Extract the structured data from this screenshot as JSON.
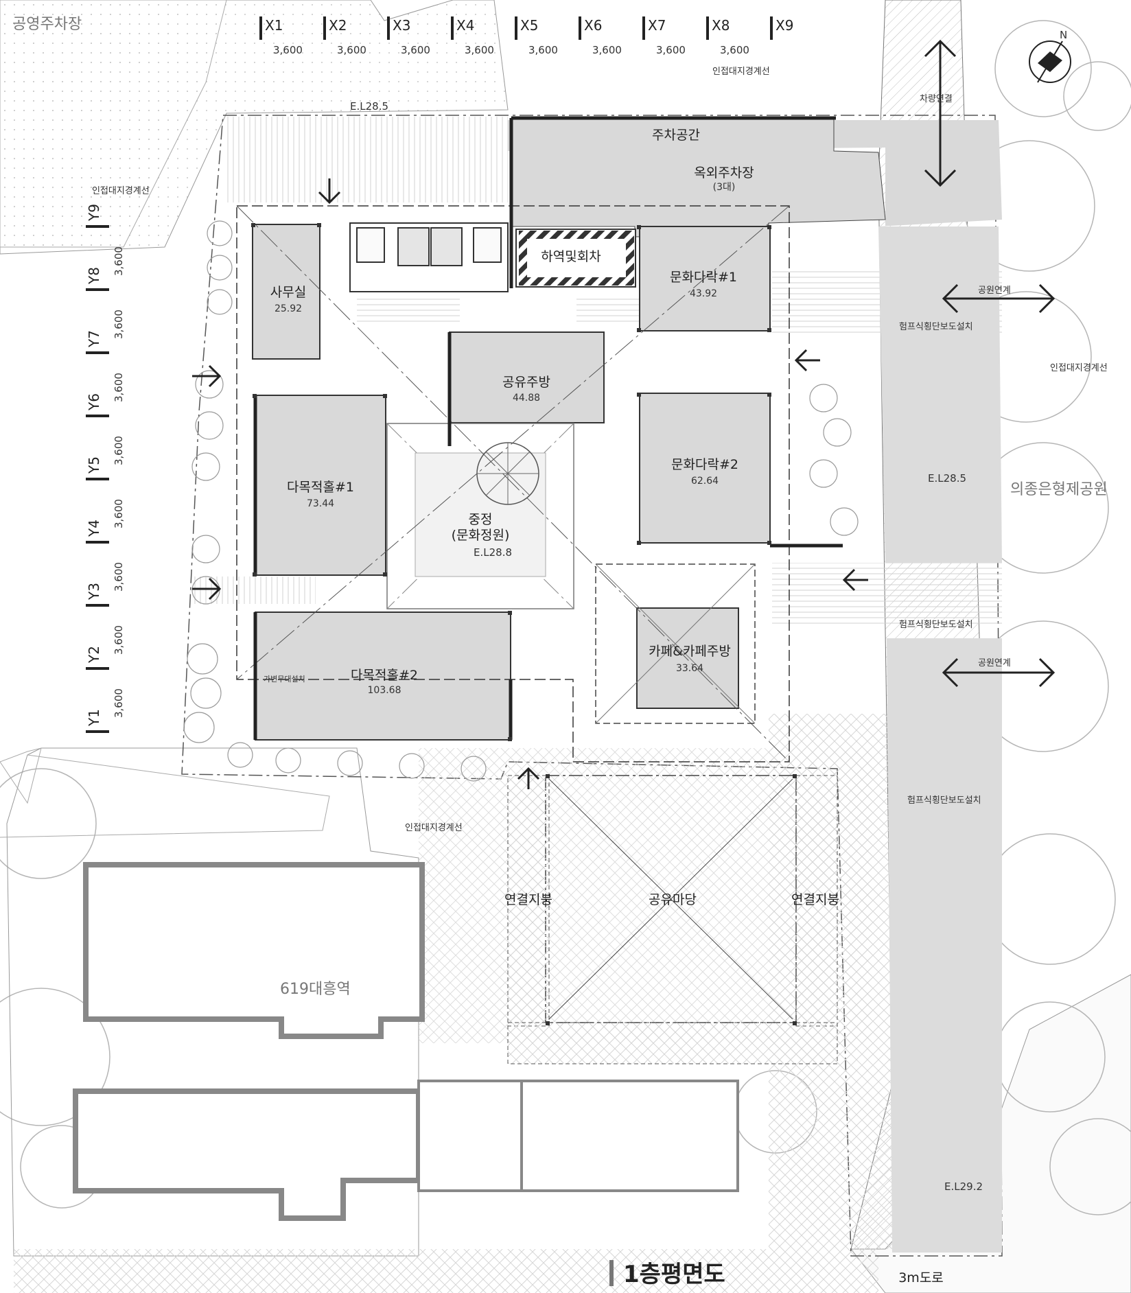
{
  "title": "1층평면도",
  "grid_x": [
    "X1",
    "X2",
    "X3",
    "X4",
    "X5",
    "X6",
    "X7",
    "X8",
    "X9"
  ],
  "grid_y": [
    "Y9",
    "Y8",
    "Y7",
    "Y6",
    "Y5",
    "Y4",
    "Y3",
    "Y2",
    "Y1"
  ],
  "dim": "3,600",
  "rooms": [
    {
      "name": "사무실",
      "area": "25.92"
    },
    {
      "name": "하역및회차",
      "area": ""
    },
    {
      "name": "문화다락#1",
      "area": "43.92"
    },
    {
      "name": "공유주방",
      "area": "44.88"
    },
    {
      "name": "다목적홀#1",
      "area": "73.44"
    },
    {
      "name": "문화다락#2",
      "area": "62.64"
    },
    {
      "name": "카페&카페주방",
      "area": "33.64"
    },
    {
      "name": "다목적홀#2",
      "area": "103.68"
    }
  ],
  "courtyard": {
    "line1": "중정",
    "line2": "(문화정원)",
    "el": "E.L28.8"
  },
  "labels": {
    "public_parking": "공영주차장",
    "parking_space": "주차공간",
    "outdoor_parking": "옥외주차장",
    "outdoor_parking_sub": "(3대)",
    "vehicle_link": "차량연결",
    "boundary": "인접대지경계선",
    "park_link": "공원연계",
    "hump": "험프식횡단보도설치",
    "park_name": "의종은형제공원",
    "shared_yard": "공유마당",
    "canopy": "연결지붕",
    "station": "619대흥역",
    "stage": "가변무대설치",
    "road": "3m도로",
    "el_top": "E.L28.5",
    "el_right": "E.L28.5",
    "el_bottom": "E.L29.2",
    "north": "N"
  }
}
